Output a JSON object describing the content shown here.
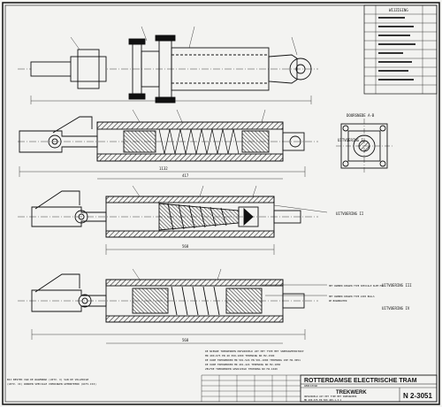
{
  "title_block": {
    "company": "ROTTERDAMSE ELECTRISCHE TRAM",
    "subtitle_small": "GEWIJZIGD",
    "part_name": "TREKWERK",
    "part_desc_1": "ONTWIKKELD UIT HET TYPE MET SNEEUWVEER",
    "part_desc_2": "MR 400-675 EN 500 400-1-3-1",
    "drawing_number": "N 2-3051"
  },
  "section_labels": {
    "a": "UITVOERING I",
    "b": "UITVOERING II",
    "c": "UITVOERING III",
    "d": "UITVOERING IV"
  },
  "view_label": "DOORSNEDE A-B",
  "dim_labels": {
    "len_top": "1132",
    "len_mid": "417",
    "len_b": "568",
    "len_c": "568"
  },
  "notes": [
    "DE NIEUWE TREKWERKEN ONTWIKKELD UIT HET TYPE MET SNEEUWVEERSTRIP",
    "MR 400-675 EN 40 650-1000 TEKENING NO M2-1500",
    "DE OUDE TREKWERKEN MR 501-524 EN 501-1000 TEKENING ZIE M2-3051",
    "DE OUDE TREKWERKEN MR 401-424 TEKENING NO M2-1050",
    "ZELFDE TREKWERKEN GEWIJZIGD TEKENING NO M2-1049"
  ],
  "bottom_left_note_1": "BIJ BESTEK VAN DE WAGENBAK (UITV. I) VAN DE VOLLEDIGE",
  "bottom_left_note_2": "(UITV. II) WORDEN SPECIALE VOERINGEN GEMONTEERD (UITV.III)",
  "revision_header": "WIJZIGING",
  "callout_label": "HET RUBBER RINGEN TYPE SPECIALE KLEM MIJ",
  "callout_label_2": "HET RUBBER RINGEN TYPE 2205 BULLS",
  "callout_label_3": "DE BOUWBOUTEN",
  "icons": {
    "hatch": "crosshatch-pattern",
    "revision": "revision-table-icon"
  }
}
